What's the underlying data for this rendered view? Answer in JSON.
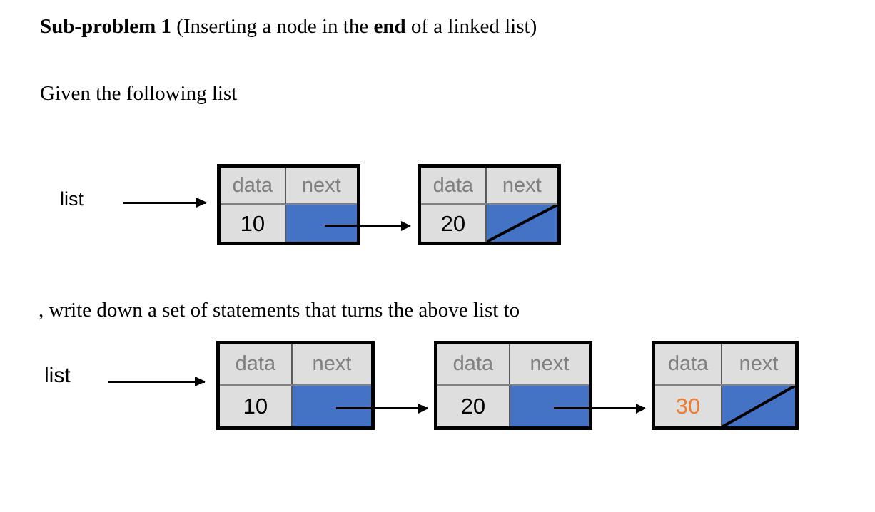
{
  "document": {
    "title_prefix": "Sub-problem 1",
    "title_rest_before": " (Inserting a node in the ",
    "title_emphasis": "end",
    "title_rest_after": " of a linked list)",
    "given_line": "Given the following list",
    "turns_line": ", write down a set of statements that turns the above list to"
  },
  "colors": {
    "pointer_fill": "#4472c4",
    "cell_bg": "#dedede",
    "header_text": "#808080",
    "accent_value": "#ed7d31",
    "stroke": "#000000"
  },
  "diagrams": [
    {
      "name": "original-list",
      "pointer_label": "list",
      "nodes": [
        {
          "headers": {
            "data": "data",
            "next": "next"
          },
          "value": "10",
          "value_accent": false,
          "next_is_null": false
        },
        {
          "headers": {
            "data": "data",
            "next": "next"
          },
          "value": "20",
          "value_accent": false,
          "next_is_null": true
        }
      ]
    },
    {
      "name": "resulting-list",
      "pointer_label": "list",
      "nodes": [
        {
          "headers": {
            "data": "data",
            "next": "next"
          },
          "value": "10",
          "value_accent": false,
          "next_is_null": false
        },
        {
          "headers": {
            "data": "data",
            "next": "next"
          },
          "value": "20",
          "value_accent": false,
          "next_is_null": false
        },
        {
          "headers": {
            "data": "data",
            "next": "next"
          },
          "value": "30",
          "value_accent": true,
          "next_is_null": true
        }
      ]
    }
  ]
}
